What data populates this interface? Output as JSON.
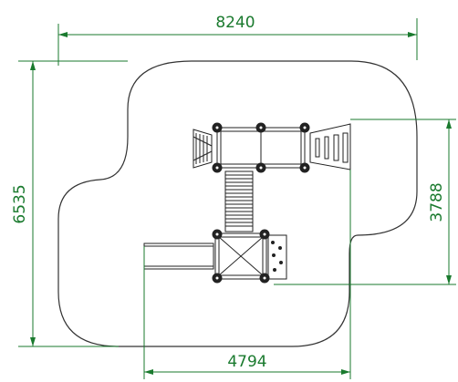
{
  "diagram": {
    "colors": {
      "dimension": "#1a7a2e",
      "outline": "#333333",
      "equipment": "#222222"
    },
    "dimensions": {
      "overall_width": "8240",
      "overall_height": "6535",
      "equipment_height": "3788",
      "equipment_width": "4794"
    }
  }
}
